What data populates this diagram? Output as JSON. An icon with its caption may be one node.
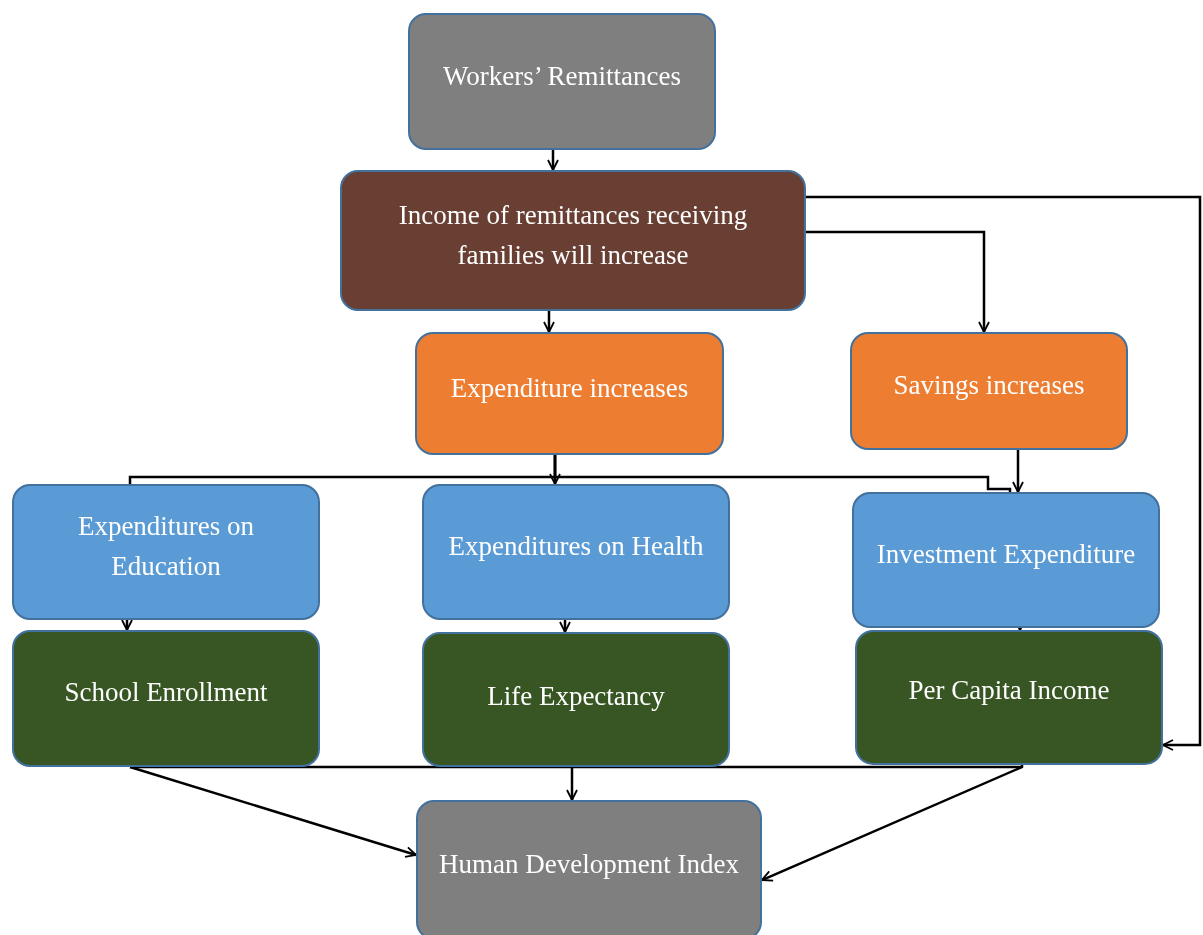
{
  "diagram": {
    "nodes": [
      {
        "text": [
          "Workers’ Remittances"
        ]
      },
      {
        "text": [
          "Income of remittances receiving families will increase"
        ]
      },
      {
        "text": [
          "Expenditure increases"
        ]
      },
      {
        "text": [
          "Savings increases"
        ]
      },
      {
        "text": [
          "Expenditures on Education"
        ]
      },
      {
        "text": [
          "Expenditures on Health"
        ]
      },
      {
        "text": [
          "Investment Expenditure"
        ]
      },
      {
        "text": [
          "School Enrollment"
        ]
      },
      {
        "text": [
          "Life Expectancy"
        ]
      },
      {
        "text": [
          "Per Capita Income"
        ]
      },
      {
        "text": [
          "Human Development Index"
        ]
      }
    ],
    "edges": [
      {
        "from": 0,
        "to": 1,
        "arrow": "to"
      },
      {
        "from": 1,
        "to": 2,
        "arrow": "to"
      },
      {
        "from": 1,
        "to": 3,
        "arrow": "to"
      },
      {
        "from": 1,
        "to": 9,
        "arrow": "to"
      },
      {
        "from": 2,
        "to": 4,
        "arrow": "none"
      },
      {
        "from": 2,
        "to": 5,
        "arrow": "to"
      },
      {
        "from": 2,
        "to": 6,
        "arrow": "none"
      },
      {
        "from": 3,
        "to": 6,
        "arrow": "to"
      },
      {
        "from": 4,
        "to": 7,
        "arrow": "to"
      },
      {
        "from": 5,
        "to": 8,
        "arrow": "to"
      },
      {
        "from": 6,
        "to": 9,
        "arrow": "to"
      },
      {
        "from": 7,
        "to": 10,
        "arrow": "to"
      },
      {
        "from": 8,
        "to": 10,
        "arrow": "to"
      },
      {
        "from": 9,
        "to": 10,
        "arrow": "to"
      }
    ]
  }
}
